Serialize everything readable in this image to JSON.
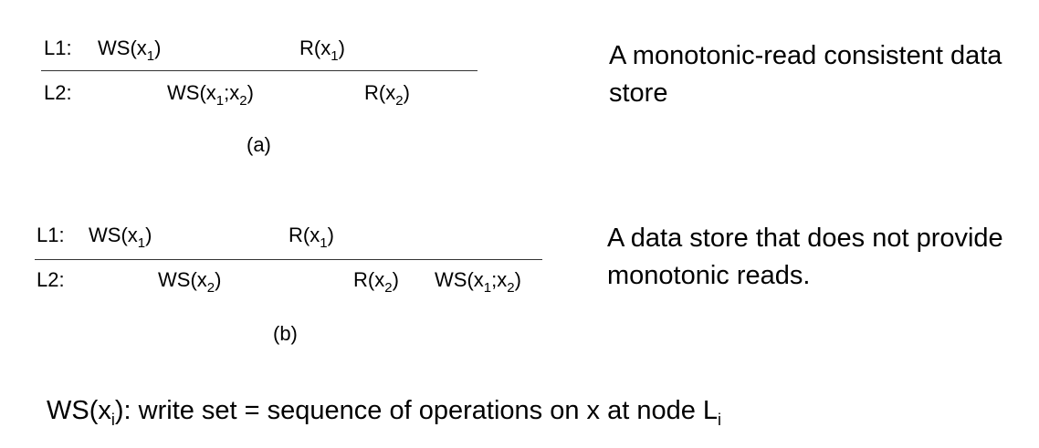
{
  "diagram_a": {
    "row1": {
      "label": "L1:",
      "ops": [
        {
          "base": "WS(x",
          "sub": "1",
          "close": ")"
        },
        {
          "base": "R(x",
          "sub": "1",
          "close": ")"
        }
      ]
    },
    "row2": {
      "label": "L2:",
      "ops": [
        {
          "base": "WS(x",
          "sub": "1",
          "mid": ";x",
          "sub2": "2",
          "close": ")"
        },
        {
          "base": "R(x",
          "sub": "2",
          "close": ")"
        }
      ]
    },
    "caption": "(a)",
    "description": "A monotonic-read consistent data store"
  },
  "diagram_b": {
    "row1": {
      "label": "L1:",
      "ops": [
        {
          "base": "WS(x",
          "sub": "1",
          "close": ")"
        },
        {
          "base": "R(x",
          "sub": "1",
          "close": ")"
        }
      ]
    },
    "row2": {
      "label": "L2:",
      "ops": [
        {
          "base": "WS(x",
          "sub": "2",
          "close": ")"
        },
        {
          "base": "R(x",
          "sub": "2",
          "close": ")"
        },
        {
          "base": "WS(x",
          "sub": "1",
          "mid": ";x",
          "sub2": "2",
          "close": ")"
        }
      ]
    },
    "caption": "(b)",
    "description": "A data store that does not provide monotonic reads."
  },
  "footer": {
    "prefix": "WS(x",
    "sub": "i",
    "middle": "): write set = sequence of operations on x at  node L",
    "sub2": "i"
  }
}
